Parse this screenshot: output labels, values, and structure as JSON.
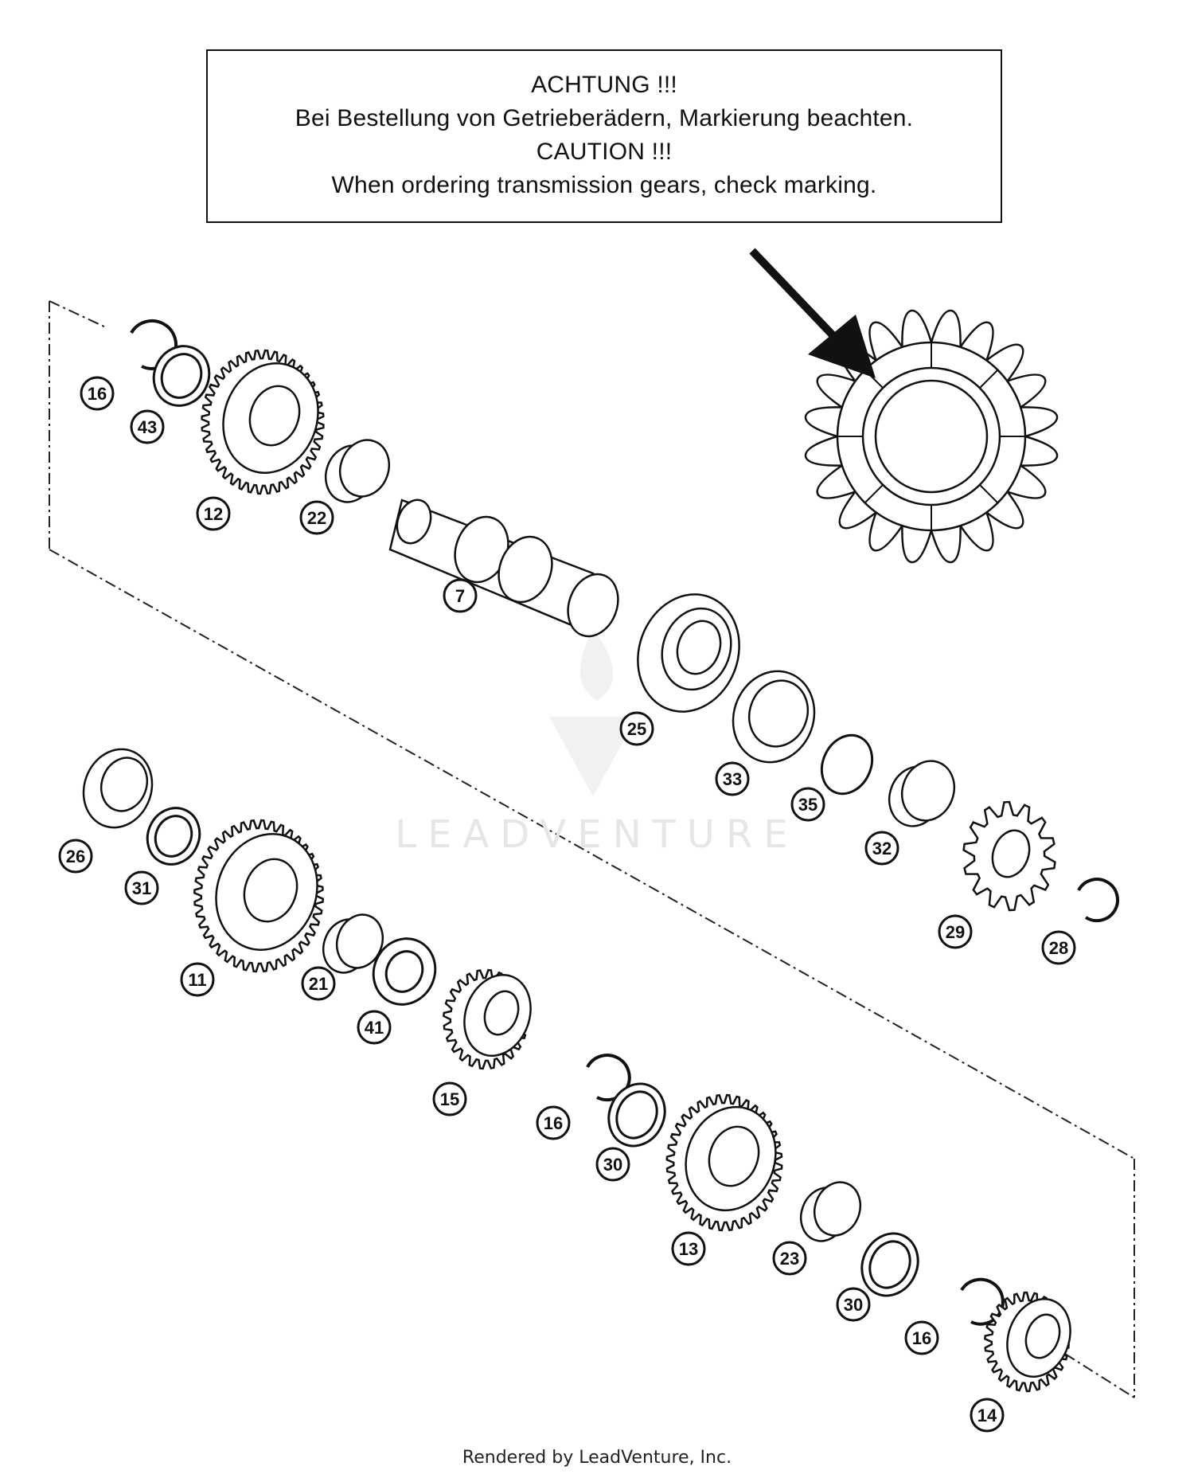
{
  "notice": {
    "line1": "ACHTUNG !!!",
    "line2": "Bei Bestellung von Getrieberädern, Markierung beachten.",
    "line3": "CAUTION !!!",
    "line4": "When ordering transmission gears, check marking."
  },
  "watermark": "LEADVENTURE",
  "footer": "Rendered by LeadVenture, Inc.",
  "callouts": {
    "p16a": "16",
    "p43": "43",
    "p12": "12",
    "p22": "22",
    "p7": "7",
    "p25": "25",
    "p33": "33",
    "p35": "35",
    "p32": "32",
    "p29": "29",
    "p28": "28",
    "p26": "26",
    "p31": "31",
    "p11": "11",
    "p21": "21",
    "p41": "41",
    "p15": "15",
    "p16b": "16",
    "p30a": "30",
    "p13": "13",
    "p23": "23",
    "p30b": "30",
    "p16c": "16",
    "p14": "14"
  }
}
